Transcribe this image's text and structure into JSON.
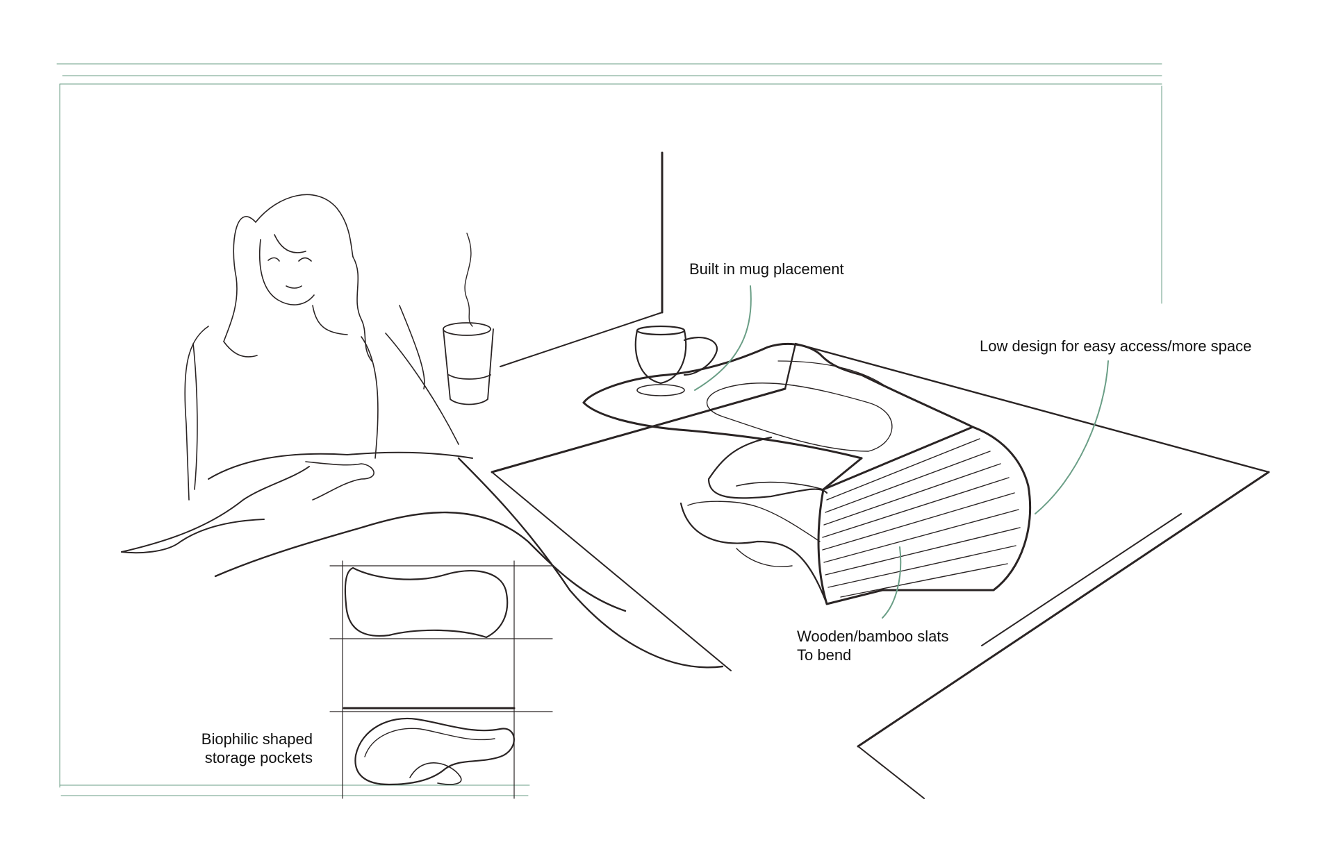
{
  "colors": {
    "frame": "#6a9e86",
    "ink": "#2a2424",
    "leader": "#6a9e86",
    "text": "#111111",
    "background": "#ffffff"
  },
  "annotations": {
    "mug": {
      "text": "Built in mug placement"
    },
    "low_design": {
      "text": "Low design for easy access/more space"
    },
    "slats": {
      "line1": "Wooden/bamboo slats",
      "line2": "To bend"
    },
    "pockets": {
      "line1": "Biophilic shaped",
      "line2": "storage pockets"
    }
  }
}
